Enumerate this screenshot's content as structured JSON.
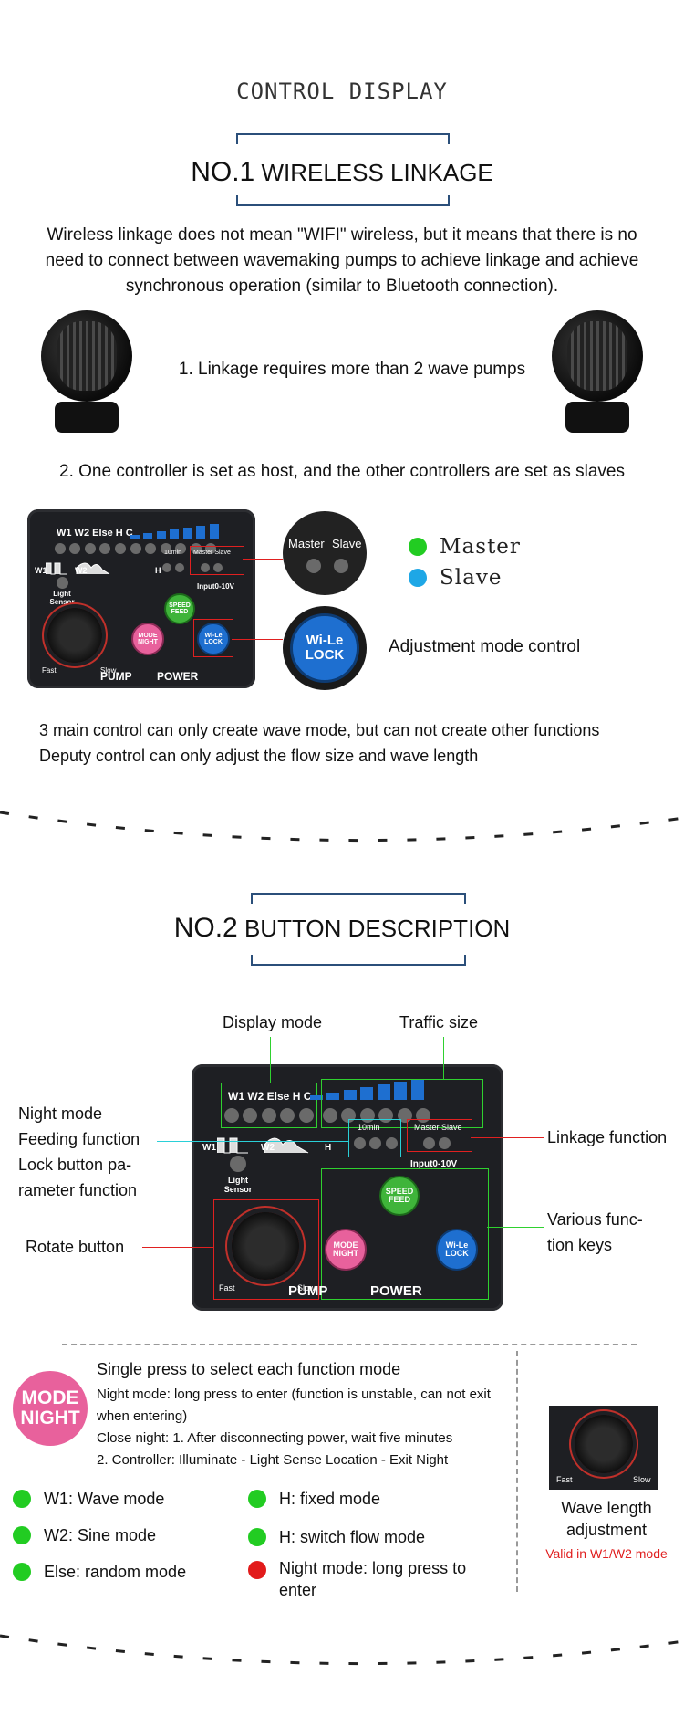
{
  "header": {
    "title": "CONTROL DISPLAY"
  },
  "section1": {
    "no": "NO.1",
    "title": "WIRELESS LINKAGE",
    "intro": "Wireless linkage does not mean \"WIFI\" wireless, but it means that there is no need to connect between wavemaking pumps to achieve linkage and achieve synchronous operation (similar to Bluetooth connection).",
    "point1": "1. Linkage requires more than 2 wave pumps",
    "point2": "2. One controller is set as host, and the other controllers are set as slaves",
    "legend": [
      {
        "label": "Master",
        "color": "#22cc22"
      },
      {
        "label": "Slave",
        "color": "#1ea7e6"
      }
    ],
    "adjust_label": "Adjustment mode control",
    "note1": "3 main control can only create wave mode, but can not create other functions",
    "note2": "Deputy control can only adjust the flow size and wave length"
  },
  "panel": {
    "modes": "W1 W2 Else H   C",
    "w1": "W1",
    "w2": "W2",
    "h": "H",
    "light_sensor": "Light Sensor",
    "timer": "10min",
    "master_slave": "Master Slave",
    "input": "Input0-10V",
    "speed_feed": "SPEED FEED",
    "mode_night": "MODE NIGHT",
    "wile_lock": "Wi-Le LOCK",
    "fast": "Fast",
    "slow": "Slow",
    "pump": "PUMP",
    "power": "POWER",
    "zoom_master": "Master",
    "zoom_slave": "Slave",
    "zoom_wile": "Wi-Le",
    "zoom_lock": "LOCK"
  },
  "section2": {
    "no": "NO.2",
    "title": "BUTTON DESCRIPTION",
    "display_mode": "Display mode",
    "traffic_size": "Traffic size",
    "night_mode": "Night mode",
    "feeding": "Feeding function",
    "lock_param": "Lock button pa-",
    "lock_param2": "rameter function",
    "rotate": "Rotate button",
    "linkage": "Linkage function",
    "various1": "Various func-",
    "various2": "tion keys",
    "input": "Input0-10V",
    "mode_title": "Single press to select each function mode",
    "mode_desc1": "Night mode: long press to enter (function is unstable, can not exit when entering)",
    "mode_desc2": "Close night: 1. After disconnecting power, wait five minutes",
    "mode_desc3": "2. Controller: Illuminate - Light Sense Location - Exit Night",
    "modes_left": [
      {
        "label": "W1: Wave mode",
        "color": "#22cc22"
      },
      {
        "label": "W2: Sine mode",
        "color": "#22cc22"
      },
      {
        "label": "Else: random mode",
        "color": "#22cc22"
      }
    ],
    "modes_right": [
      {
        "label": "H: fixed mode",
        "color": "#22cc22"
      },
      {
        "label": "H: switch flow mode",
        "color": "#22cc22"
      },
      {
        "label": "Night mode: long press to enter",
        "color": "#e21b1b"
      }
    ],
    "wave_length": "Wave length adjustment",
    "valid": "Valid in W1/W2 mode",
    "mode_btn_top": "MODE",
    "mode_btn_bottom": "NIGHT"
  },
  "colors": {
    "frame": "#2b4f7a",
    "accent_red": "#e02020",
    "green": "#22cc22",
    "blue": "#1ea7e6",
    "pink": "#e8619c"
  }
}
